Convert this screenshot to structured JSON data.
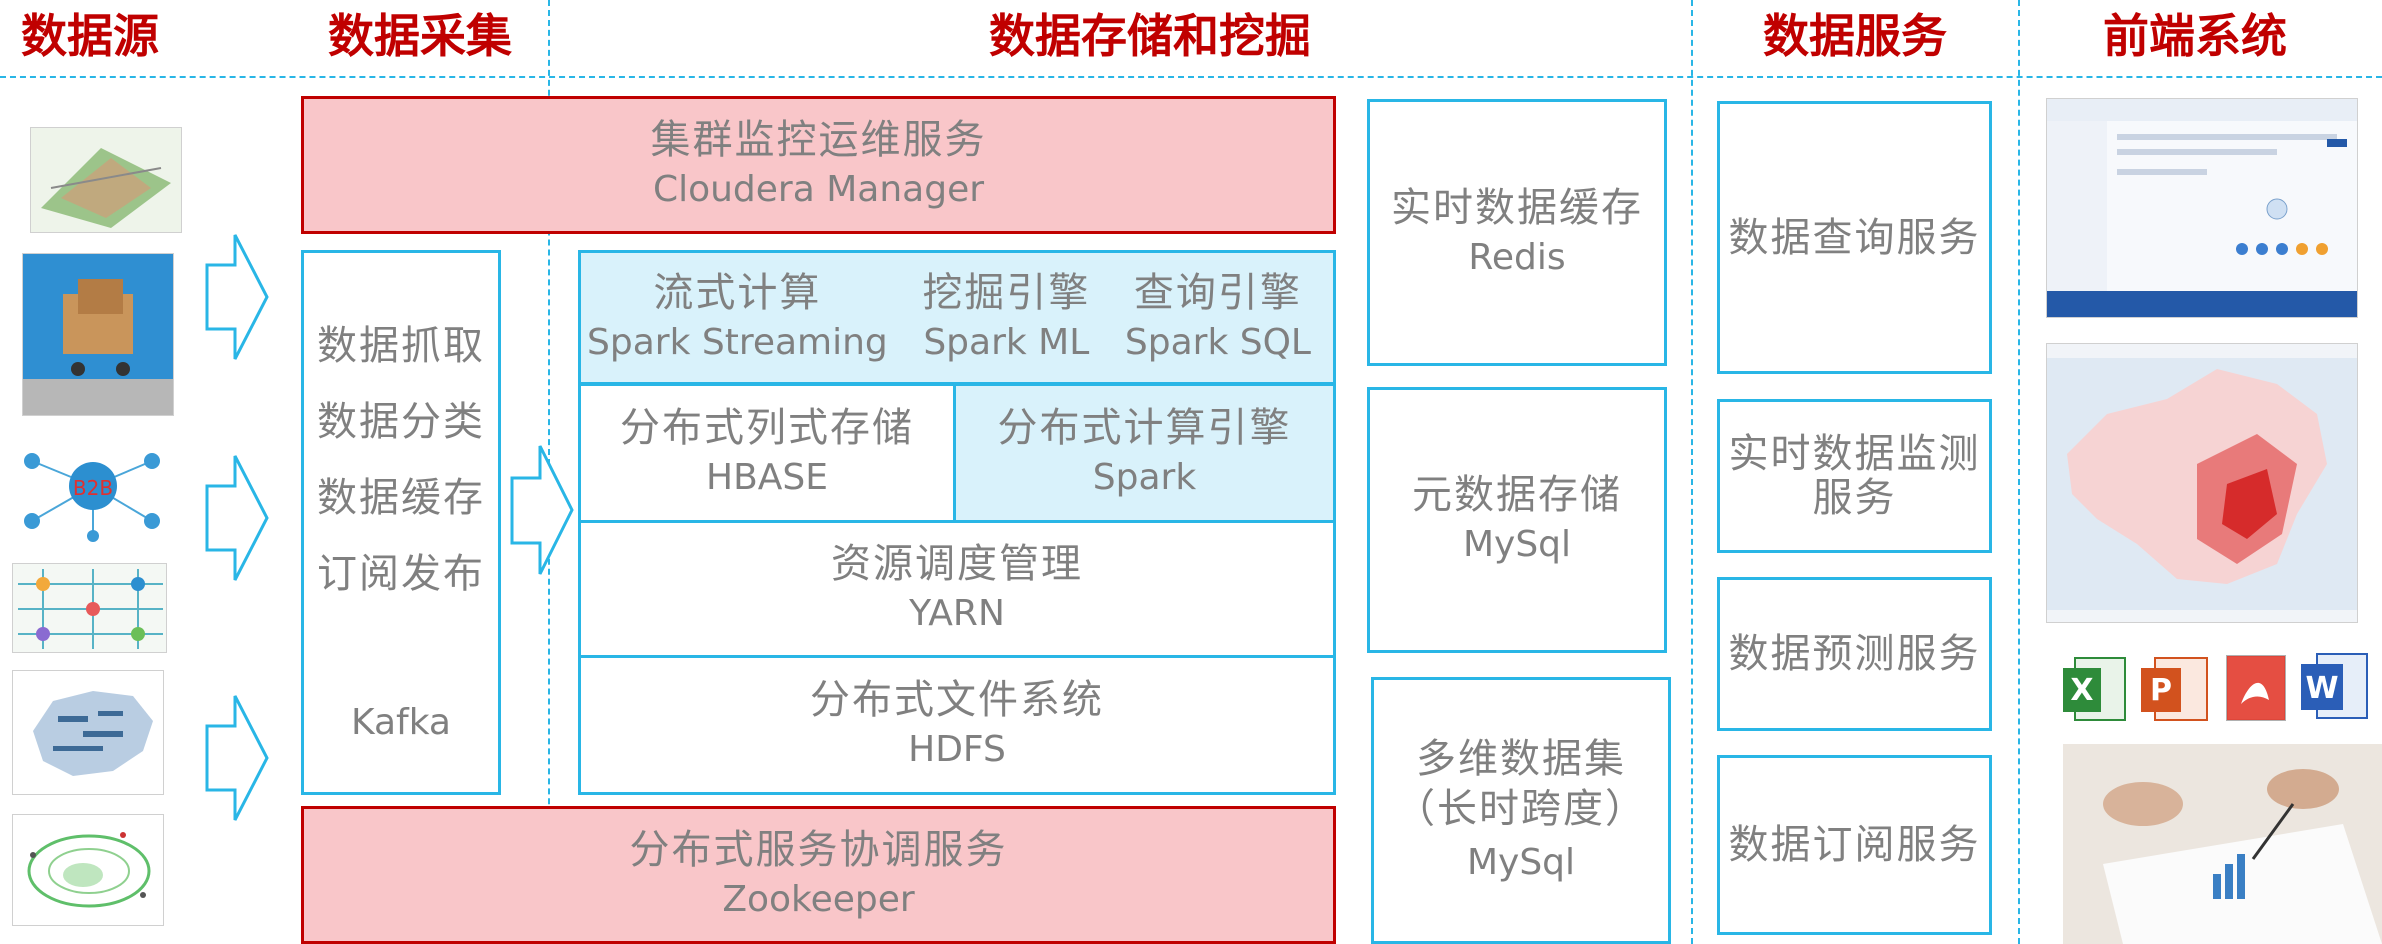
{
  "headers": {
    "source": "数据源",
    "collect": "数据采集",
    "storage": "数据存储和挖掘",
    "service": "数据服务",
    "frontend": "前端系统"
  },
  "collect": {
    "items": [
      "数据抓取",
      "数据分类",
      "数据缓存",
      "订阅发布"
    ],
    "tool": "Kafka"
  },
  "cluster": {
    "cn": "集群监控运维服务",
    "en": "Cloudera Manager"
  },
  "compute": [
    {
      "cn": "流式计算",
      "en": "Spark Streaming"
    },
    {
      "cn": "挖掘引擎",
      "en": "Spark ML"
    },
    {
      "cn": "查询引擎",
      "en": "Spark SQL"
    }
  ],
  "hbase": {
    "cn": "分布式列式存储",
    "en": "HBASE"
  },
  "spark": {
    "cn": "分布式计算引擎",
    "en": "Spark"
  },
  "yarn": {
    "cn": "资源调度管理",
    "en": "YARN"
  },
  "hdfs": {
    "cn": "分布式文件系统",
    "en": "HDFS"
  },
  "zookeeper": {
    "cn": "分布式服务协调服务",
    "en": "Zookeeper"
  },
  "redis": {
    "cn": "实时数据缓存",
    "en": "Redis"
  },
  "meta": {
    "cn": "元数据存储",
    "en": "MySql"
  },
  "cube": {
    "cn1": "多维数据集",
    "cn2": "（长时跨度）",
    "en": "MySql"
  },
  "services": [
    [
      "数据查询服务"
    ],
    [
      "实时数据监测",
      "服务"
    ],
    [
      "数据预测服务"
    ],
    [
      "数据订阅服务"
    ]
  ],
  "colors": {
    "header": "#c00000",
    "line": "#29b6e6",
    "panel": "#d9f2fb",
    "redfill": "#f9c6c9",
    "text": "#808080"
  }
}
